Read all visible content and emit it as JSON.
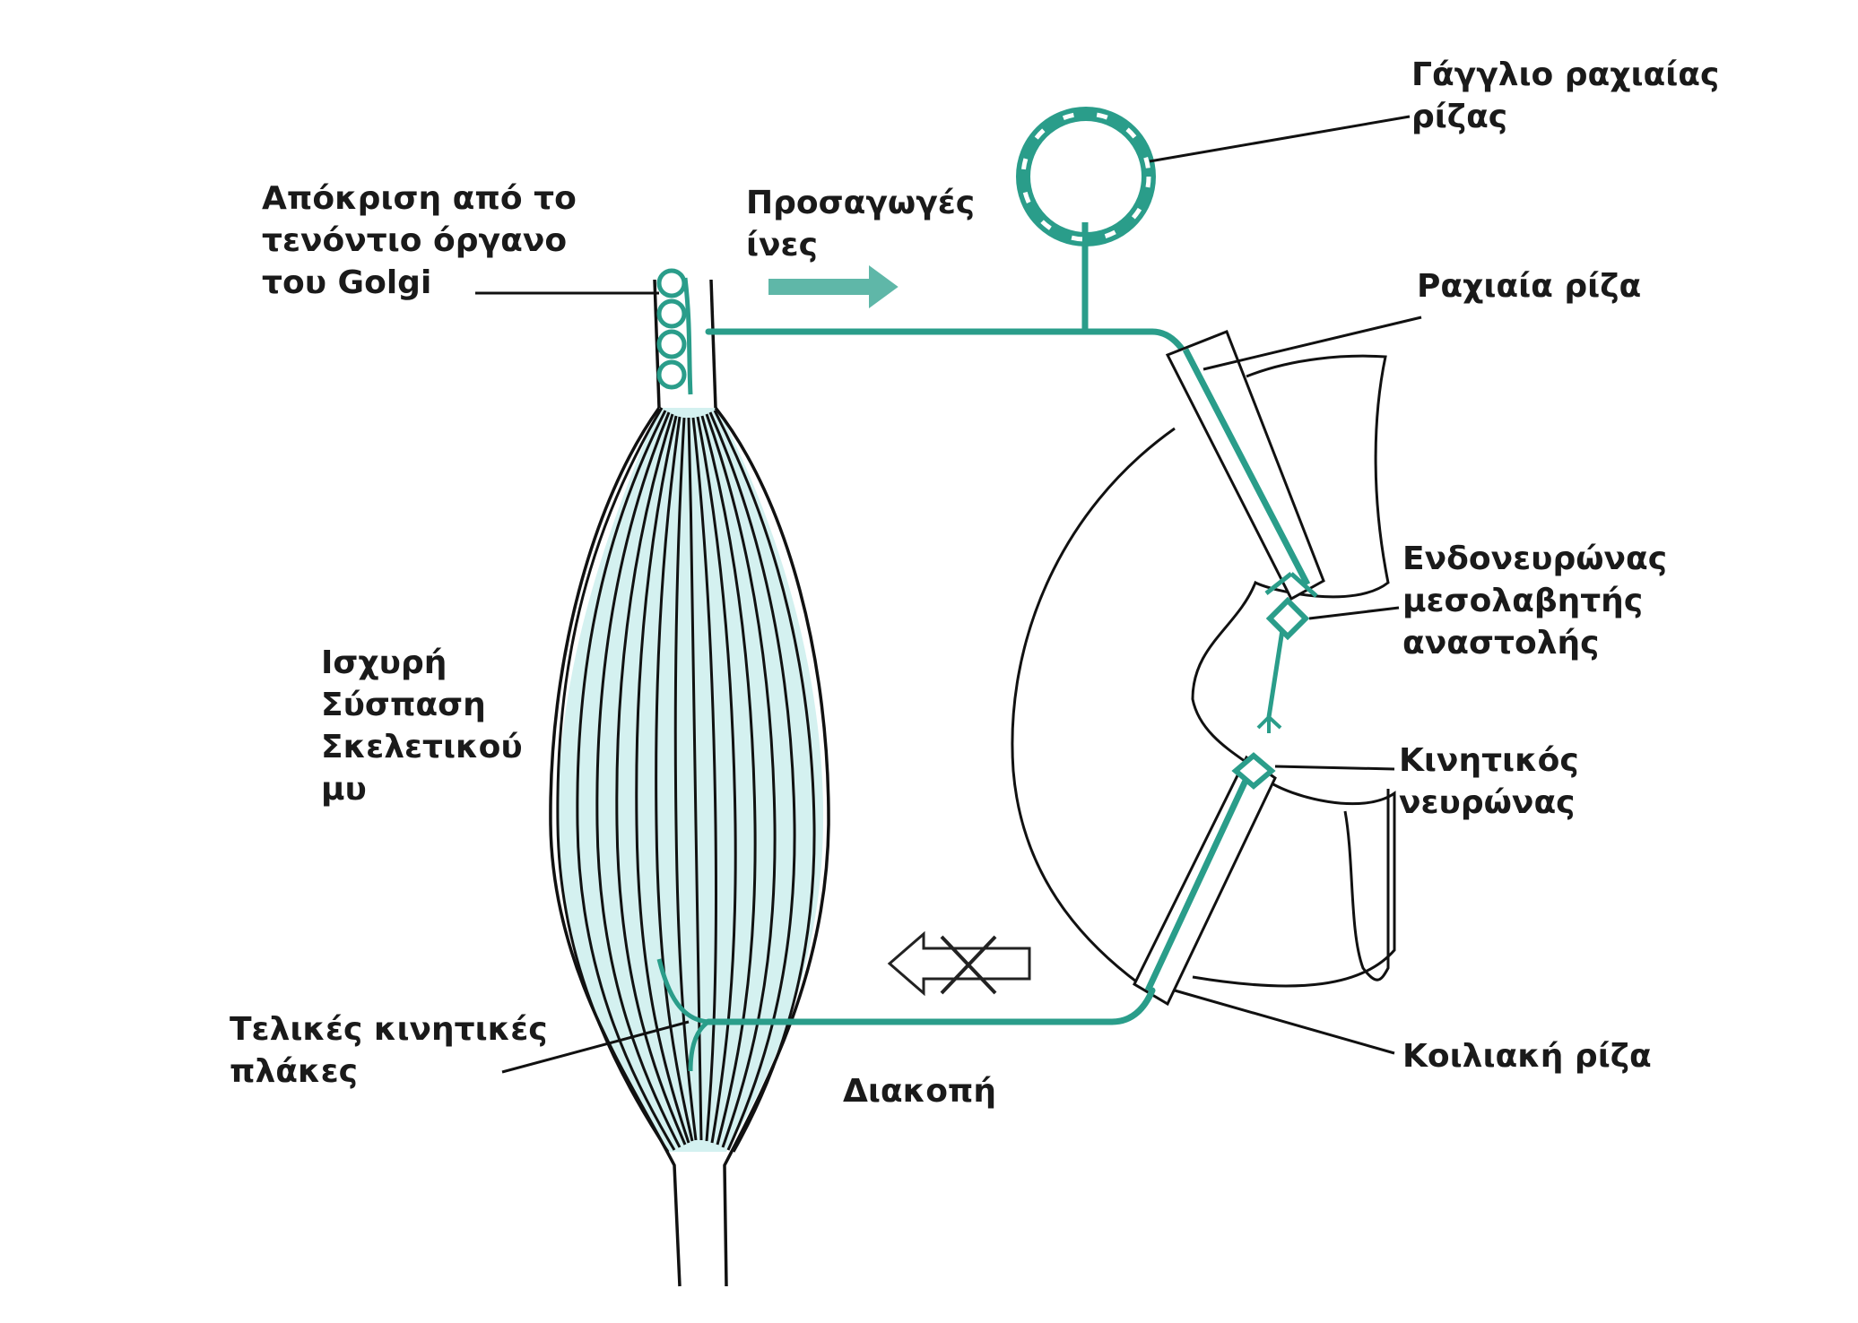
{
  "colors": {
    "nerve": "#2a9d8a",
    "muscle_fill": "#d4f1f0",
    "outline": "#111111",
    "background": "#ffffff"
  },
  "labels": {
    "golgi_response": [
      "Απόκριση από το",
      "τενόντιο όργανο",
      "του Golgi"
    ],
    "afferent_fibers": [
      "Προσαγωγές",
      "ίνες"
    ],
    "dorsal_root_ganglion": [
      "Γάγγλιο ραχιαίας",
      "ρίζας"
    ],
    "dorsal_root": [
      "Ραχιαία ρίζα"
    ],
    "inhibitory_interneuron": [
      "Ενδονευρώνας",
      "μεσολαβητής",
      "αναστολής"
    ],
    "muscle_contraction": [
      "Ισχυρή",
      "Σύσπαση",
      "Σκελετικού",
      "μυ"
    ],
    "motor_neuron": [
      "Κινητικός",
      "νευρώνας"
    ],
    "motor_end_plates": [
      "Τελικές κινητικές",
      "πλάκες"
    ],
    "ventral_root": [
      "Κοιλιακή ρίζα"
    ],
    "interruption": [
      "Διακοπή"
    ]
  }
}
